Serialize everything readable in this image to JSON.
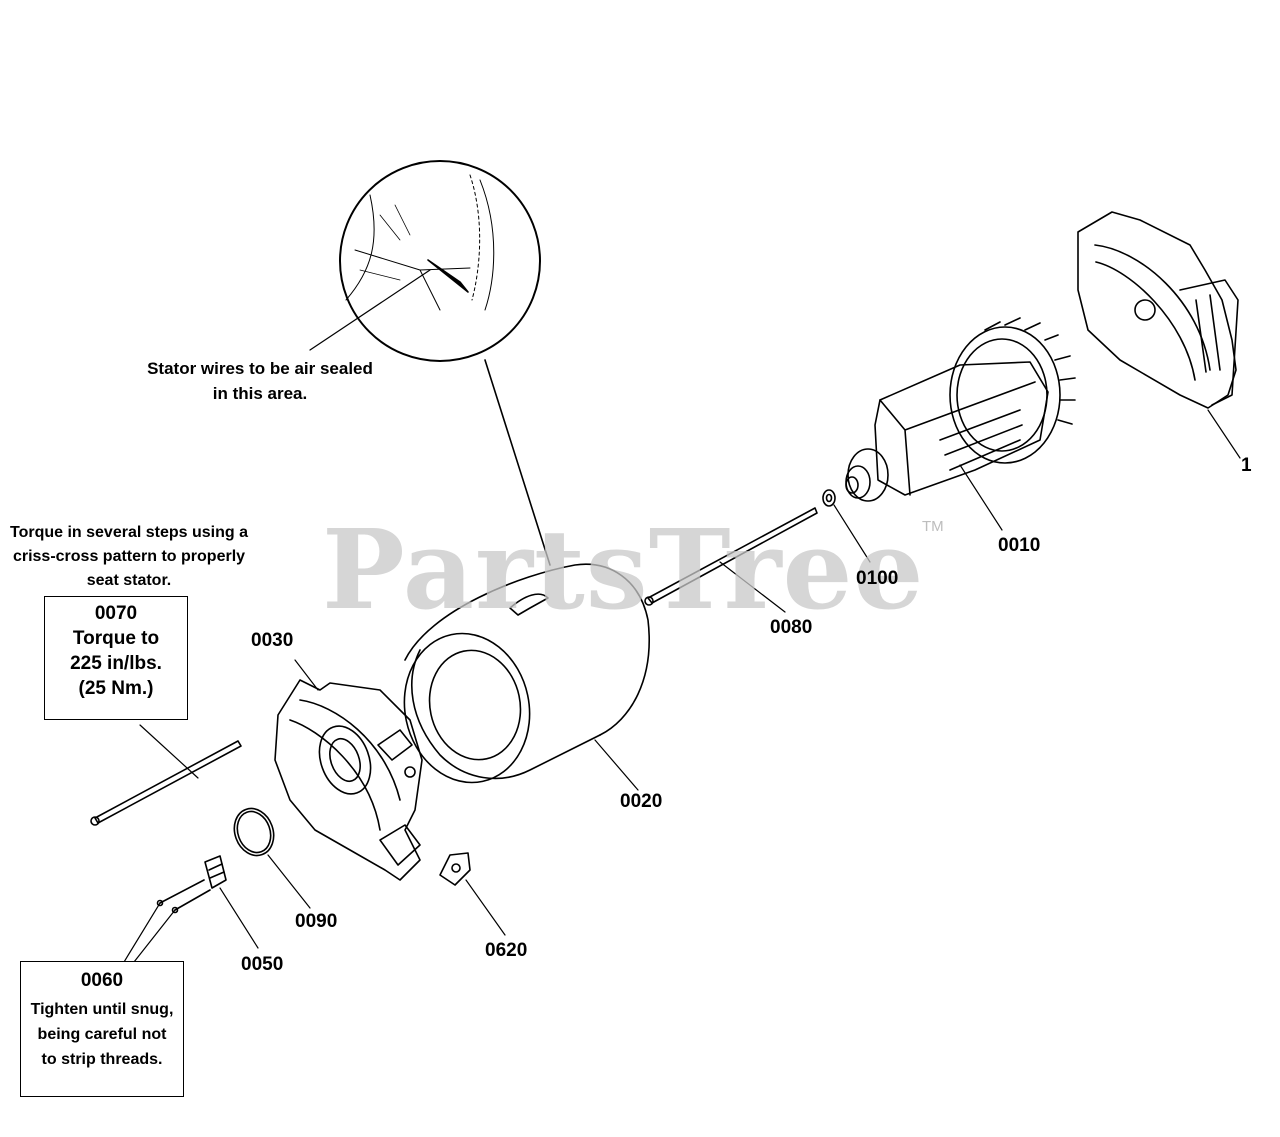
{
  "watermark": {
    "text": "PartsTree",
    "tm": "TM"
  },
  "detail_callout": {
    "line1": "Stator wires to be",
    "line2": "air sealed in this area."
  },
  "torque_note": {
    "line1": "Torque in several steps using",
    "line2": "a criss-cross pattern to",
    "line3": "properly seat stator."
  },
  "box_0070": {
    "part": "0070",
    "line1": "Torque to",
    "line2": "225 in/lbs.",
    "line3": "(25 Nm.)"
  },
  "box_0060": {
    "part": "0060",
    "line1": "Tighten until snug,",
    "line2": "being careful not",
    "line3": "to strip threads."
  },
  "parts": {
    "p1": "1",
    "p0010": "0010",
    "p0100": "0100",
    "p0080": "0080",
    "p0030": "0030",
    "p0020": "0020",
    "p0090": "0090",
    "p0050": "0050",
    "p0620": "0620"
  }
}
